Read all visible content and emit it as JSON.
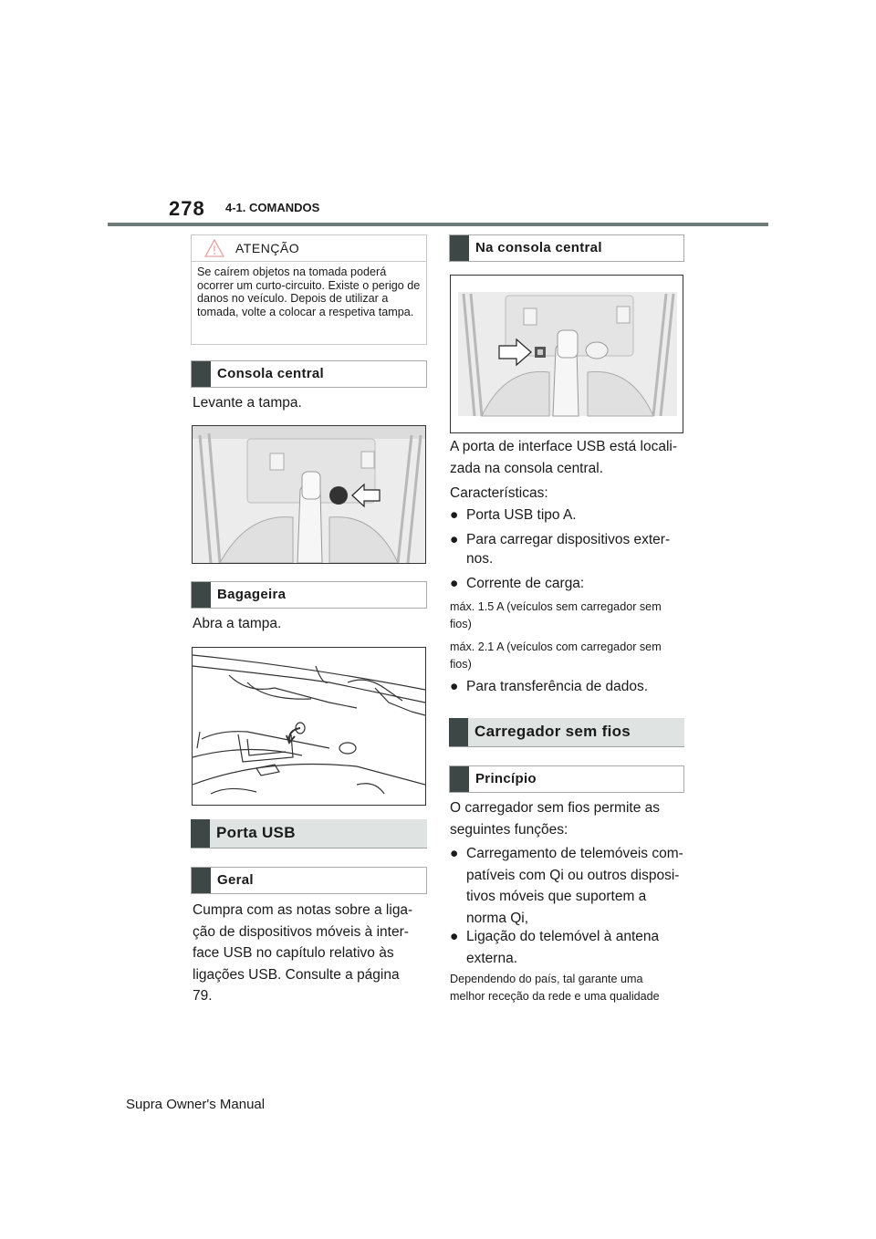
{
  "header": {
    "page_number": "278",
    "section": "4-1. COMANDOS"
  },
  "warning": {
    "title": "ATENÇÃO",
    "text": "Se caírem objetos na tomada poderá ocorrer um curto-circuito. Existe o perigo de danos no veículo. Depois de utilizar a tomada, volte a colocar a respetiva tampa."
  },
  "left": {
    "consola_central": {
      "heading": "Consola central",
      "text": "Levante a tampa."
    },
    "bagageira": {
      "heading": "Bagageira",
      "text": "Abra a tampa."
    },
    "porta_usb": {
      "heading": "Porta USB"
    },
    "geral": {
      "heading": "Geral",
      "lines": [
        "Cumpra com as notas sobre a liga-",
        "ção de dispositivos móveis à inter-",
        "face USB no capítulo relativo às",
        "ligações USB. Consulte a página",
        "79."
      ]
    }
  },
  "right": {
    "na_consola": {
      "heading": "Na consola central",
      "intro_lines": [
        "A porta de interface USB está locali-",
        "zada na consola central."
      ],
      "features_label": "Características:",
      "bullets": [
        "Porta USB tipo A.",
        "Para carregar dispositivos exter-",
        "nos.",
        "Corrente de carga:"
      ],
      "current_lines": [
        "máx. 1.5 A (veículos sem carregador sem",
        "fios)",
        "máx. 2.1 A (veículos com carregador sem",
        "fios)"
      ],
      "last_bullet": "Para transferência de dados."
    },
    "carregador": {
      "heading": "Carregador sem fios"
    },
    "principio": {
      "heading": "Princípio",
      "intro_lines": [
        "O carregador sem fios permite as",
        "seguintes funções:"
      ],
      "bullet1_lines": [
        "Carregamento de telemóveis com-",
        "patíveis com Qi ou outros disposi-",
        "tivos móveis que suportem a",
        "norma Qi,"
      ],
      "bullet2_lines": [
        "Ligação do telemóvel à antena",
        "externa."
      ],
      "note_lines": [
        "Dependendo do país, tal garante uma",
        "melhor receção da rede e uma qualidade"
      ]
    }
  },
  "footer": {
    "text": "Supra Owner's Manual"
  },
  "bullet_glyph": "●"
}
